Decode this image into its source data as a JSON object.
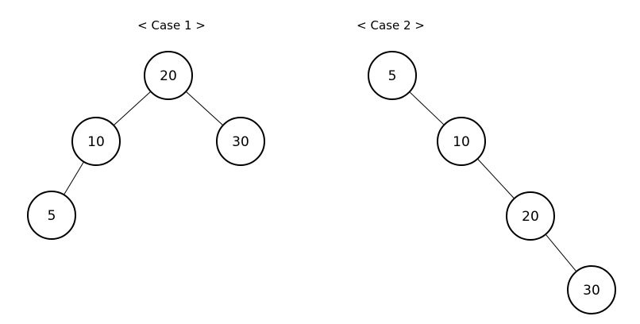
{
  "diagrams": [
    {
      "title": "< Case 1 >",
      "nodes": [
        {
          "id": "c1-20",
          "label": "20"
        },
        {
          "id": "c1-10",
          "label": "10"
        },
        {
          "id": "c1-30",
          "label": "30"
        },
        {
          "id": "c1-5",
          "label": "5"
        }
      ],
      "edges": [
        {
          "from": "c1-20",
          "to": "c1-10"
        },
        {
          "from": "c1-20",
          "to": "c1-30"
        },
        {
          "from": "c1-10",
          "to": "c1-5"
        }
      ]
    },
    {
      "title": "< Case 2 >",
      "nodes": [
        {
          "id": "c2-5",
          "label": "5"
        },
        {
          "id": "c2-10",
          "label": "10"
        },
        {
          "id": "c2-20",
          "label": "20"
        },
        {
          "id": "c2-30",
          "label": "30"
        }
      ],
      "edges": [
        {
          "from": "c2-5",
          "to": "c2-10"
        },
        {
          "from": "c2-10",
          "to": "c2-20"
        },
        {
          "from": "c2-20",
          "to": "c2-30"
        }
      ]
    }
  ]
}
